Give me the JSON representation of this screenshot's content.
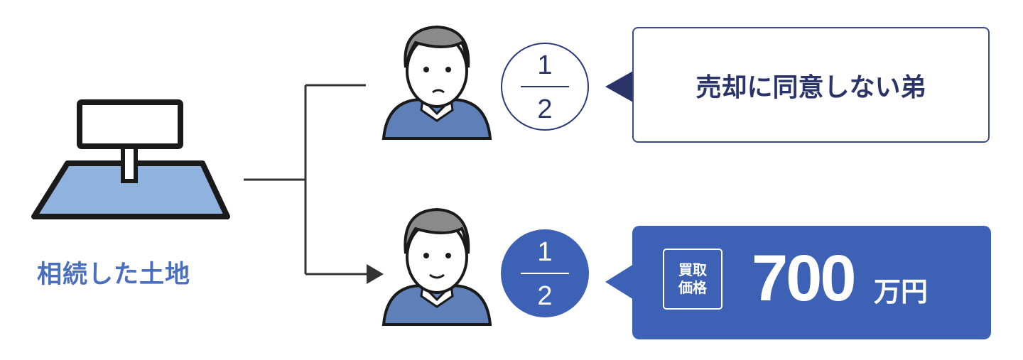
{
  "land": {
    "label": "相続した土地"
  },
  "heirs": [
    {
      "share_numerator": "1",
      "share_denominator": "2",
      "bubble_text": "売却に同意しない弟"
    },
    {
      "share_numerator": "1",
      "share_denominator": "2",
      "badge_line1": "買取",
      "badge_line2": "価格",
      "price": "700",
      "unit": "万円"
    }
  ],
  "colors": {
    "accent": "#3d62b5",
    "navy": "#2b3469",
    "land": "#8fb3de",
    "sweater": "#5f7fb8"
  }
}
